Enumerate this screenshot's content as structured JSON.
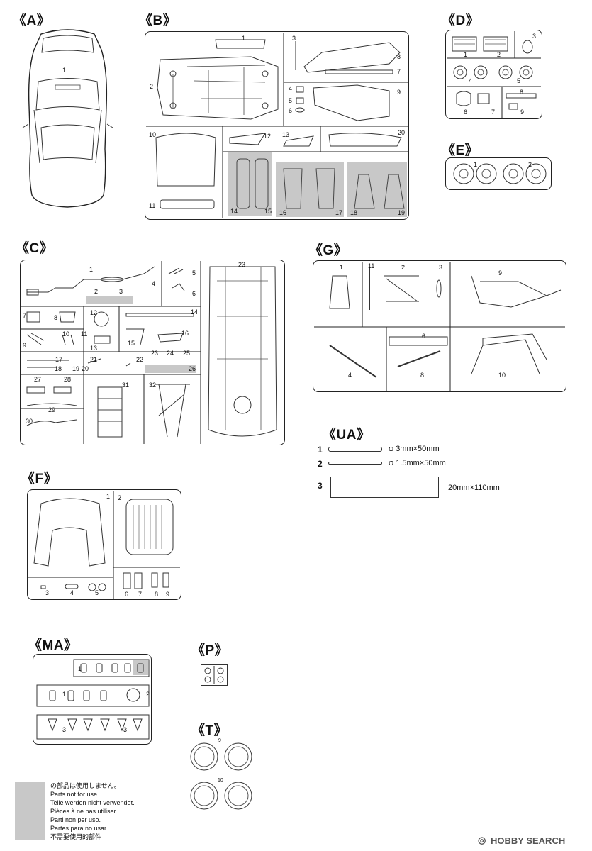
{
  "sections": {
    "A": "《A》",
    "B": "《B》",
    "C": "《C》",
    "D": "《D》",
    "E": "《E》",
    "F": "《F》",
    "G": "《G》",
    "UA": "《UA》",
    "MA": "《MA》",
    "P": "《P》",
    "T": "《T》"
  },
  "numbers": {
    "A": [
      "1"
    ],
    "B": [
      "1",
      "2",
      "3",
      "4",
      "5",
      "6",
      "7",
      "8",
      "9",
      "10",
      "11",
      "12",
      "13",
      "14",
      "15",
      "16",
      "17",
      "18",
      "19",
      "20"
    ],
    "C": [
      "1",
      "2",
      "3",
      "4",
      "5",
      "6",
      "7",
      "8",
      "9",
      "10",
      "11",
      "12",
      "13",
      "14",
      "15",
      "16",
      "17",
      "18",
      "19",
      "20",
      "21",
      "22",
      "23",
      "24",
      "25",
      "26",
      "27",
      "28",
      "29",
      "30",
      "31",
      "32"
    ],
    "D": [
      "1",
      "2",
      "3",
      "4",
      "5",
      "6",
      "7",
      "8",
      "9"
    ],
    "E": [
      "1",
      "2"
    ],
    "F": [
      "1",
      "2",
      "3",
      "4",
      "5",
      "6",
      "7",
      "8",
      "9"
    ],
    "G": [
      "1",
      "11",
      "2",
      "3",
      "9",
      "4",
      "6",
      "8",
      "10"
    ],
    "MA": [
      "1",
      "1",
      "2",
      "3",
      "3"
    ],
    "T": [
      "9",
      "10"
    ]
  },
  "ua": [
    {
      "num": "1",
      "spec": "φ 3mm×50mm"
    },
    {
      "num": "2",
      "spec": "φ 1.5mm×50mm"
    },
    {
      "num": "3",
      "spec": "20mm×110mm"
    }
  ],
  "legend": {
    "lines": [
      "の部品は使用しません。",
      "Parts not for use.",
      "Teile werden nicht verwendet.",
      "Pièces à ne pas utiliser.",
      "Parti non per uso.",
      "Partes para no usar.",
      "不需要使用的部件"
    ]
  },
  "watermark": "HOBBY SEARCH",
  "colors": {
    "unused_gray": "#c8c8c8",
    "line": "#222222"
  }
}
